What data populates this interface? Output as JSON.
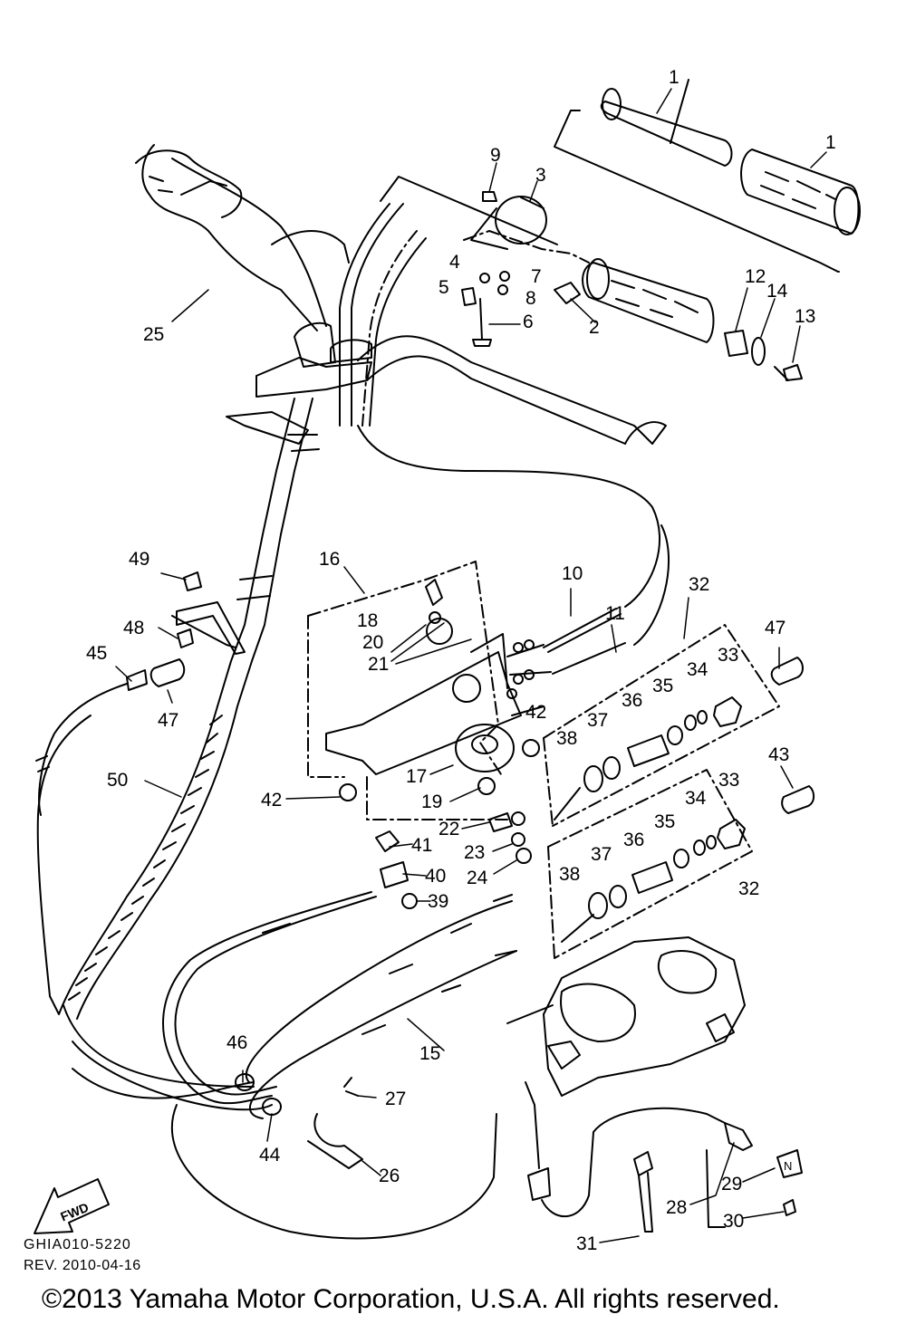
{
  "diagram": {
    "callouts": [
      {
        "id": "p1a",
        "text": "1"
      },
      {
        "id": "p1b",
        "text": "1"
      },
      {
        "id": "p2",
        "text": "2"
      },
      {
        "id": "p3",
        "text": "3"
      },
      {
        "id": "p4",
        "text": "4"
      },
      {
        "id": "p5",
        "text": "5"
      },
      {
        "id": "p6",
        "text": "6"
      },
      {
        "id": "p7",
        "text": "7"
      },
      {
        "id": "p8",
        "text": "8"
      },
      {
        "id": "p9",
        "text": "9"
      },
      {
        "id": "p10",
        "text": "10"
      },
      {
        "id": "p11",
        "text": "11"
      },
      {
        "id": "p12",
        "text": "12"
      },
      {
        "id": "p13",
        "text": "13"
      },
      {
        "id": "p14",
        "text": "14"
      },
      {
        "id": "p15",
        "text": "15"
      },
      {
        "id": "p16",
        "text": "16"
      },
      {
        "id": "p17",
        "text": "17"
      },
      {
        "id": "p18",
        "text": "18"
      },
      {
        "id": "p19",
        "text": "19"
      },
      {
        "id": "p20",
        "text": "20"
      },
      {
        "id": "p21",
        "text": "21"
      },
      {
        "id": "p22",
        "text": "22"
      },
      {
        "id": "p23",
        "text": "23"
      },
      {
        "id": "p24",
        "text": "24"
      },
      {
        "id": "p25",
        "text": "25"
      },
      {
        "id": "p26",
        "text": "26"
      },
      {
        "id": "p27",
        "text": "27"
      },
      {
        "id": "p28",
        "text": "28"
      },
      {
        "id": "p29",
        "text": "29"
      },
      {
        "id": "p30",
        "text": "30"
      },
      {
        "id": "p31",
        "text": "31"
      },
      {
        "id": "p32a",
        "text": "32"
      },
      {
        "id": "p32b",
        "text": "32"
      },
      {
        "id": "p33a",
        "text": "33"
      },
      {
        "id": "p33b",
        "text": "33"
      },
      {
        "id": "p34a",
        "text": "34"
      },
      {
        "id": "p34b",
        "text": "34"
      },
      {
        "id": "p35a",
        "text": "35"
      },
      {
        "id": "p35b",
        "text": "35"
      },
      {
        "id": "p36a",
        "text": "36"
      },
      {
        "id": "p36b",
        "text": "36"
      },
      {
        "id": "p37a",
        "text": "37"
      },
      {
        "id": "p37b",
        "text": "37"
      },
      {
        "id": "p38a",
        "text": "38"
      },
      {
        "id": "p38b",
        "text": "38"
      },
      {
        "id": "p39",
        "text": "39"
      },
      {
        "id": "p40",
        "text": "40"
      },
      {
        "id": "p41",
        "text": "41"
      },
      {
        "id": "p42a",
        "text": "42"
      },
      {
        "id": "p42b",
        "text": "42"
      },
      {
        "id": "p43",
        "text": "43"
      },
      {
        "id": "p44",
        "text": "44"
      },
      {
        "id": "p45",
        "text": "45"
      },
      {
        "id": "p46",
        "text": "46"
      },
      {
        "id": "p47a",
        "text": "47"
      },
      {
        "id": "p47b",
        "text": "47"
      },
      {
        "id": "p48",
        "text": "48"
      },
      {
        "id": "p49",
        "text": "49"
      },
      {
        "id": "p50",
        "text": "50"
      }
    ],
    "fwd_label": "FWD",
    "neutral_label": "N",
    "diagram_code": "GHIA010-5220",
    "revision": "REV. 2010-04-16",
    "copyright": "©2013 Yamaha Motor Corporation, U.S.A. All rights reserved."
  }
}
